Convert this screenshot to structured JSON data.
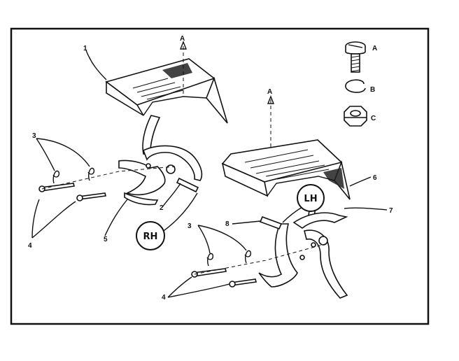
{
  "labels": {
    "part_1": "1",
    "part_2": "2",
    "part_3_left": "3",
    "part_3_right": "3",
    "part_4_left": "4",
    "part_4_right": "4",
    "part_5": "5",
    "part_6": "6",
    "part_7": "7",
    "part_8": "8",
    "a_left": "A",
    "a_right": "A",
    "hardware_a": "A",
    "hardware_b": "B",
    "hardware_c": "C",
    "rh": "RH",
    "lh": "LH"
  },
  "icons": {
    "hardware_a": "screw-icon",
    "hardware_b": "lock-washer-icon",
    "hardware_c": "hex-nut-icon"
  }
}
